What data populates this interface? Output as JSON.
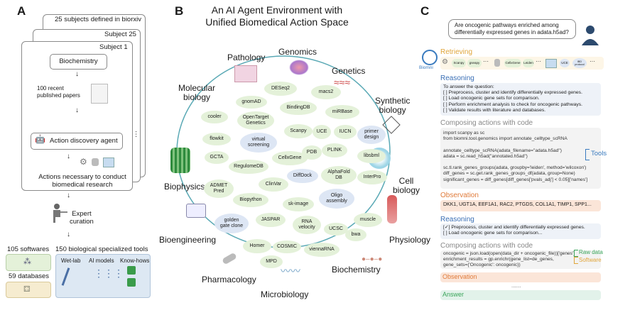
{
  "panelA": {
    "letter": "A",
    "subjects_text": "25 subjects defined in biorxiv",
    "subject25": "Subject 25",
    "subject1": "Subject 1",
    "biochemistry": "Biochemistry",
    "papers": "100 recent\npublished papers",
    "agent": "Action discovery agent",
    "actions": "Actions necessary to conduct\nbiomedical research",
    "expert": "Expert\ncuration",
    "softwares": "105 softwares",
    "databases": "59 databases",
    "tools": "150 biological specialized tools",
    "wetlab": "Wet-lab",
    "aimodels": "AI models",
    "knowhows": "Know-hows"
  },
  "panelB": {
    "letter": "B",
    "title": "An AI Agent Environment with\nUnified Biomedical Action Space",
    "disciplines": {
      "pathology": "Pathology",
      "genomics": "Genomics",
      "genetics": "Genetics",
      "molecular": "Molecular\nbiology",
      "synthetic": "Synthetic\nbiology",
      "cell": "Cell\nbiology",
      "biophysics": "Biophysics",
      "physiology": "Physiology",
      "bioengineering": "Bioengineering",
      "biochemistry": "Biochemistry",
      "pharmacology": "Pharmacology",
      "microbiology": "Microbiology"
    },
    "tools": [
      "DESeq2",
      "macs2",
      "gnomAD",
      "BindingDB",
      "miRBase",
      "cooler",
      "OpenTarget\nGenetics",
      "flowkit",
      "virtual\nscreening",
      "Scanpy",
      "UCE",
      "IUCN",
      "primer\ndesign",
      "GCTA",
      "RegulomeDB",
      "CellxGene",
      "PDB",
      "PLINK",
      "libsbml",
      "DiffDock",
      "AlphaFold\nDB",
      "ADMET\nPred",
      "ClinVar",
      "InterPro",
      "Biopython",
      "sk-image",
      "Oligo\nassembly",
      "golden\ngate clone",
      "JASPAR",
      "RNA\nvelocity",
      "UCSC",
      "muscle",
      "Homer",
      "COSMIC",
      "viennaRNA",
      "bwa",
      "MPD"
    ]
  },
  "panelC": {
    "letter": "C",
    "question": "Are oncogenic pathways enriched among\ndifferentially expressed genes in adata.h5ad?",
    "brand": "Biomni",
    "retrieving": "Retrieving",
    "chips": [
      "Scanpy",
      "gseapy",
      "CellxGene",
      "Leiden",
      "UCE",
      "IBD\nprotocol"
    ],
    "reasoning1": "Reasoning",
    "reasoning1_text": "To answer the question:\n[ ] Preprocess, cluster and identify differentially expressed genes.\n[ ] Load oncogenic gene sets for comparison.\n[ ] Perform enrichment analysis to check for oncogenic pathways.\n[ ] Validate results with literature and databases.",
    "composing1": "Composing actions with code",
    "code1": "import scanpy as sc\nfrom biomni.tool.genomics import annotate_celltype_scRNA\n\nannotate_celltype_scRNA(adata_filename=\"adata.h5ad\")\nadata = sc.read_h5ad(\"annotated.h5ad\")\n\nsc.tl.rank_genes_groups(adata, groupby='leiden', method='wilcoxon')\ndiff_genes = sc.get.rank_genes_groups_df(adata, group=None)\nsignificant_genes = diff_genes[diff_genes['pvals_adj'] < 0.05]['names']",
    "tools_label": "Tools",
    "observation1": "Observation",
    "observation1_text": "DKK1, UGT1A, EEF1A1, RAC2, PTGDS, COL1A1, TIMP1, SPP1...",
    "reasoning2": "Reasoning",
    "reasoning2_text": "[✓] Preprocess, cluster and identify differentially expressed genes.\n[ ] Load oncogenic gene sets for comparison...",
    "composing2": "Composing actions with code",
    "code2": "oncogenic = json.load(open(data_dir + oncogenic_file))['genes']\nenrichment_results = gp.enrichr(gene_list=de_genes,\ngene_sets={'Oncogenic': oncogenic})",
    "rawdata_label": "Raw data",
    "software_label": "Software",
    "observation2": "Observation",
    "dots": "......",
    "answer": "Answer"
  }
}
